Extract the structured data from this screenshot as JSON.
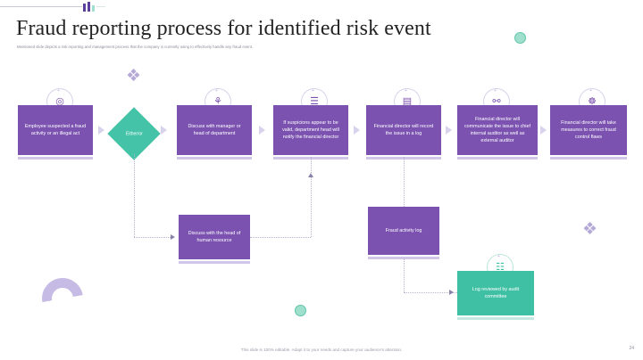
{
  "header": {
    "title": "Fraud reporting process for identified risk event",
    "subtitle": "Mentioned slide depicts a risk reporting and management process that the company is currently using to effectively handle any fraud event."
  },
  "colors": {
    "primary_purple": "#7b52b0",
    "accent_teal": "#3fc0a5",
    "title_text": "#232323",
    "subtitle_text": "#8c8c9a",
    "box_text": "#ffffff",
    "connector": "#d9d2ec",
    "shadow_bar": "#cdbfe8"
  },
  "flow": {
    "main_steps": [
      {
        "id": "step-1",
        "label": "Employee suspected a fraud activity or an illegal act",
        "icon": "magnifier-icon",
        "icon_glyph": "◎"
      },
      {
        "id": "step-2",
        "label": "Discuss with manager or head of department",
        "icon": "people-discussion-icon",
        "icon_glyph": "⚘"
      },
      {
        "id": "step-3",
        "label": "If suspicions appear to be valid, department head will notify the financial director",
        "icon": "documents-icon",
        "icon_glyph": "☰"
      },
      {
        "id": "step-4",
        "label": "Financial director will record the issue in a log",
        "icon": "logbook-icon",
        "icon_glyph": "▤"
      },
      {
        "id": "step-5",
        "label": "Financial director will communicate the issue to chief internal auditor as well as external auditor",
        "icon": "two-persons-icon",
        "icon_glyph": "⚯"
      },
      {
        "id": "step-6",
        "label": "Financial director will take measures to correct fraud control flaws",
        "icon": "gear-icon",
        "icon_glyph": "☸"
      }
    ],
    "decision": {
      "id": "decision-1",
      "label": "Either/or"
    },
    "branch_steps": [
      {
        "id": "step-hr",
        "label": "Discuss with the head of human resource"
      },
      {
        "id": "step-log",
        "label": "Fraud activity log"
      }
    ],
    "teal_step": {
      "id": "step-audit",
      "label": "Log reviewed by audit committee",
      "icon": "clipboard-icon",
      "icon_glyph": "☷"
    }
  },
  "footer": {
    "note": "This slide is 100% editable. Adapt it to your needs and capture your audience's attention.",
    "page_number": "24"
  }
}
